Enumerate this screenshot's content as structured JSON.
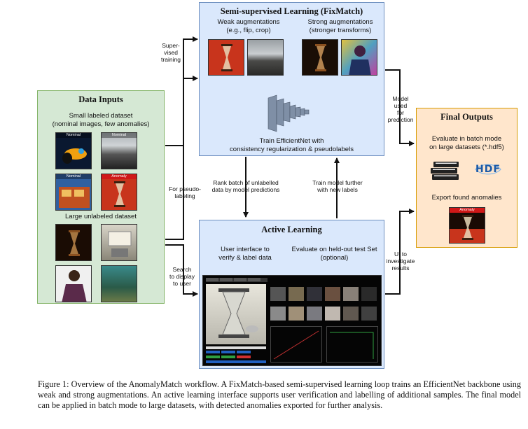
{
  "semi_supervised": {
    "title": "Semi-supervised Learning (FixMatch)",
    "weak_title": "Weak augmentations",
    "weak_sub": "(e.g., flip, crop)",
    "strong_title": "Strong augmentations",
    "strong_sub": "(stronger transforms)",
    "train_line1": "Train EfficientNet with",
    "train_line2": "consistency regularization & pseudolabels"
  },
  "data_inputs": {
    "title": "Data Inputs",
    "labeled_line1": "Small labeled dataset",
    "labeled_line2": "(nominal images, few anomalies)",
    "unlabeled": "Large unlabeled dataset",
    "tag_nominal": "Nominal",
    "tag_anomaly": "Anomaly"
  },
  "active_learning": {
    "title": "Active Learning",
    "ui_line1": "User interface to",
    "ui_line2": "verify & label data",
    "eval_line1": "Evaluate on held-out test Set",
    "eval_line2": "(optional)"
  },
  "final_outputs": {
    "title": "Final Outputs",
    "batch_line1": "Evaluate in batch mode",
    "batch_line2": "on large datasets (*.hdf5)",
    "export": "Export found anomalies",
    "hdf_logo": "HDF",
    "tag_anomaly": "Anomaly"
  },
  "arrows": {
    "supervised": [
      "Super-",
      "vised",
      "training"
    ],
    "pseudo": [
      "For pseudo-",
      "labeling"
    ],
    "search": [
      "Search",
      "to display",
      "to user"
    ],
    "model": [
      "Model",
      "used",
      "for",
      "prediction"
    ],
    "rank": [
      "Rank batch of unlabelled",
      "data by model predictions"
    ],
    "train_further": [
      "Train model further",
      "with new labels"
    ],
    "ui_investigate": [
      "UI to",
      "investigate",
      "results"
    ]
  },
  "caption": "Figure 1: Overview of the AnomalyMatch workflow. A FixMatch-based semi-supervised learning loop trains an EfficientNet backbone using weak and strong augmentations. An active learning interface supports user verification and labelling of additional samples. The final model can be applied in batch mode to large datasets, with detected anomalies exported for further analysis.",
  "colors": {
    "blue_fill": "#dae8fc",
    "blue_border": "#6c8ebf",
    "green_fill": "#d5e8d4",
    "green_border": "#82b366",
    "orange_fill": "#ffe6cc",
    "orange_border": "#d79b00"
  }
}
